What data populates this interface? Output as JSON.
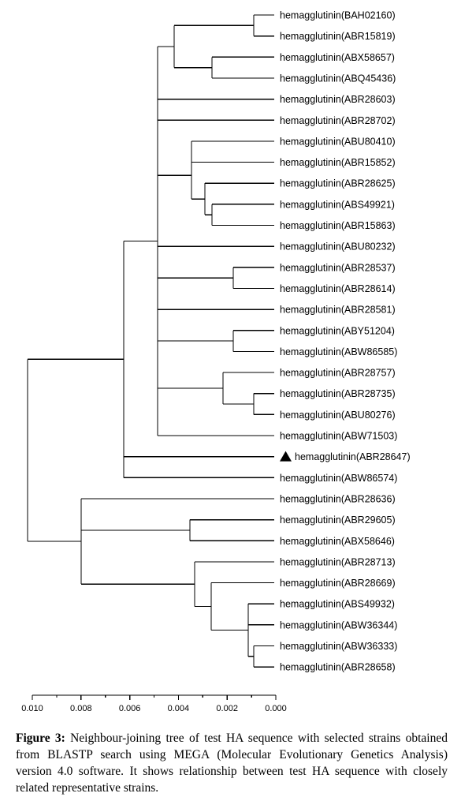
{
  "tree": {
    "leaves": [
      {
        "label": "hemagglutinin(BAH02160)"
      },
      {
        "label": "hemagglutinin(ABR15819)"
      },
      {
        "label": "hemagglutinin(ABX58657)"
      },
      {
        "label": "hemagglutinin(ABQ45436)"
      },
      {
        "label": "hemagglutinin(ABR28603)"
      },
      {
        "label": "hemagglutinin(ABR28702)"
      },
      {
        "label": "hemagglutinin(ABU80410)"
      },
      {
        "label": "hemagglutinin(ABR15852)"
      },
      {
        "label": "hemagglutinin(ABR28625)"
      },
      {
        "label": "hemagglutinin(ABS49921)"
      },
      {
        "label": "hemagglutinin(ABR15863)"
      },
      {
        "label": "hemagglutinin(ABU80232)"
      },
      {
        "label": "hemagglutinin(ABR28537)"
      },
      {
        "label": "hemagglutinin(ABR28614)"
      },
      {
        "label": "hemagglutinin(ABR28581)"
      },
      {
        "label": "hemagglutinin(ABY51204)"
      },
      {
        "label": "hemagglutinin(ABW86585)"
      },
      {
        "label": "hemagglutinin(ABR28757)"
      },
      {
        "label": "hemagglutinin(ABR28735)"
      },
      {
        "label": "hemagglutinin(ABU80276)"
      },
      {
        "label": "hemagglutinin(ABW71503)"
      },
      {
        "label": "hemagglutinin(ABR28647)",
        "marker": "filled-triangle-icon"
      },
      {
        "label": "hemagglutinin(ABW86574)"
      },
      {
        "label": "hemagglutinin(ABR28636)"
      },
      {
        "label": "hemagglutinin(ABR29605)"
      },
      {
        "label": "hemagglutinin(ABX58646)"
      },
      {
        "label": "hemagglutinin(ABR28713)"
      },
      {
        "label": "hemagglutinin(ABR28669)"
      },
      {
        "label": "hemagglutinin(ABS49932)"
      },
      {
        "label": "hemagglutinin(ABW36344)"
      },
      {
        "label": "hemagglutinin(ABW36333)"
      },
      {
        "label": "hemagglutinin(ABR28658)"
      }
    ],
    "axis": {
      "ticks": [
        "0.010",
        "0.008",
        "0.006",
        "0.004",
        "0.002",
        "0.000"
      ],
      "tick_values": [
        0.01,
        0.008,
        0.006,
        0.004,
        0.002,
        0.0
      ]
    }
  },
  "caption": {
    "label": "Figure 3:",
    "text": " Neighbour-joining tree of test HA sequence with selected strains obtained from BLASTP search using MEGA (Molecular Evolutionary Genetics Analysis) version 4.0 software. It shows relationship between test HA sequence with closely related representative strains."
  }
}
